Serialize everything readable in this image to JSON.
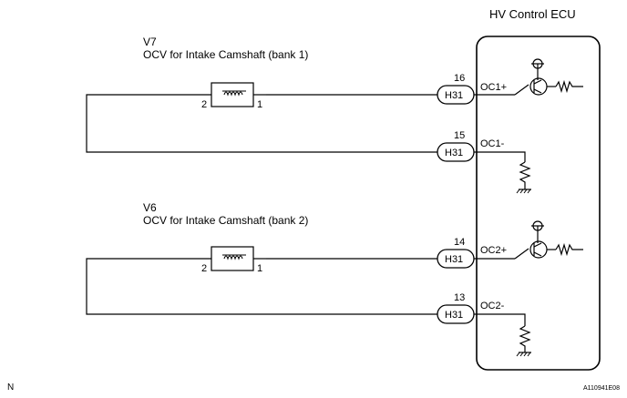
{
  "ecu": {
    "title": "HV Control ECU"
  },
  "components": [
    {
      "id": "V7",
      "name": "OCV for Intake Camshaft (bank 1)",
      "pin_left": "2",
      "pin_right": "1"
    },
    {
      "id": "V6",
      "name": "OCV for Intake Camshaft (bank 2)",
      "pin_left": "2",
      "pin_right": "1"
    }
  ],
  "terminals": [
    {
      "pin": "16",
      "connector": "H31",
      "signal": "OC1+"
    },
    {
      "pin": "15",
      "connector": "H31",
      "signal": "OC1-"
    },
    {
      "pin": "14",
      "connector": "H31",
      "signal": "OC2+"
    },
    {
      "pin": "13",
      "connector": "H31",
      "signal": "OC2-"
    }
  ],
  "footer": {
    "left": "N",
    "right": "A110941E08"
  }
}
